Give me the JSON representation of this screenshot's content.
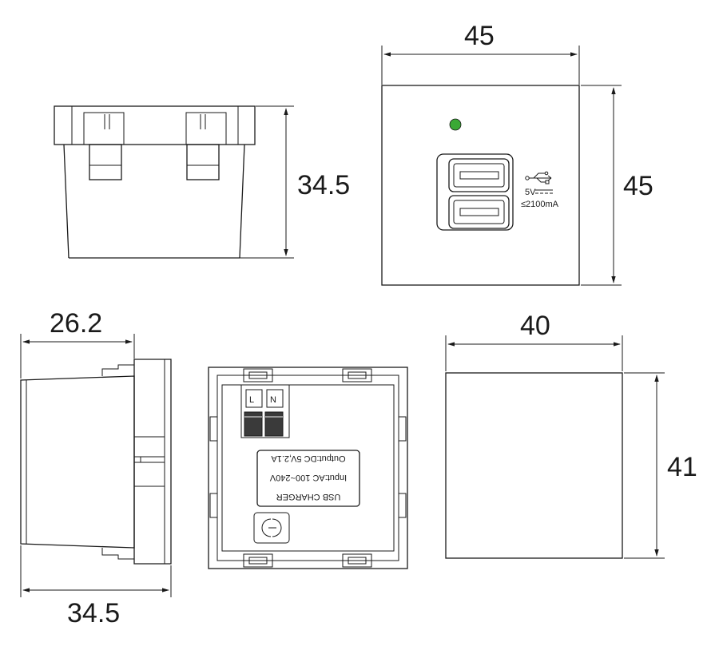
{
  "dimensions": {
    "top_left_height": "34.5",
    "front_width": "45",
    "front_height": "45",
    "side_depth_top": "26.2",
    "side_depth_bottom": "34.5",
    "block_width": "40",
    "block_height": "41"
  },
  "front_panel": {
    "usb_symbol": "usb-symbol-icon",
    "voltage": "5V",
    "current": "≤2100mA",
    "led_color": "#3aa935"
  },
  "rear_label": {
    "line1": "USB  CHARGER",
    "line2": "Input:AC  100~240V",
    "line3": "Output:DC  5V,2.1A",
    "terminal_l": "L",
    "terminal_n": "N",
    "mark": "ce-mark-icon"
  },
  "colors": {
    "line": "#1a1a1a",
    "terminal_fill": "#3a3a3a"
  }
}
